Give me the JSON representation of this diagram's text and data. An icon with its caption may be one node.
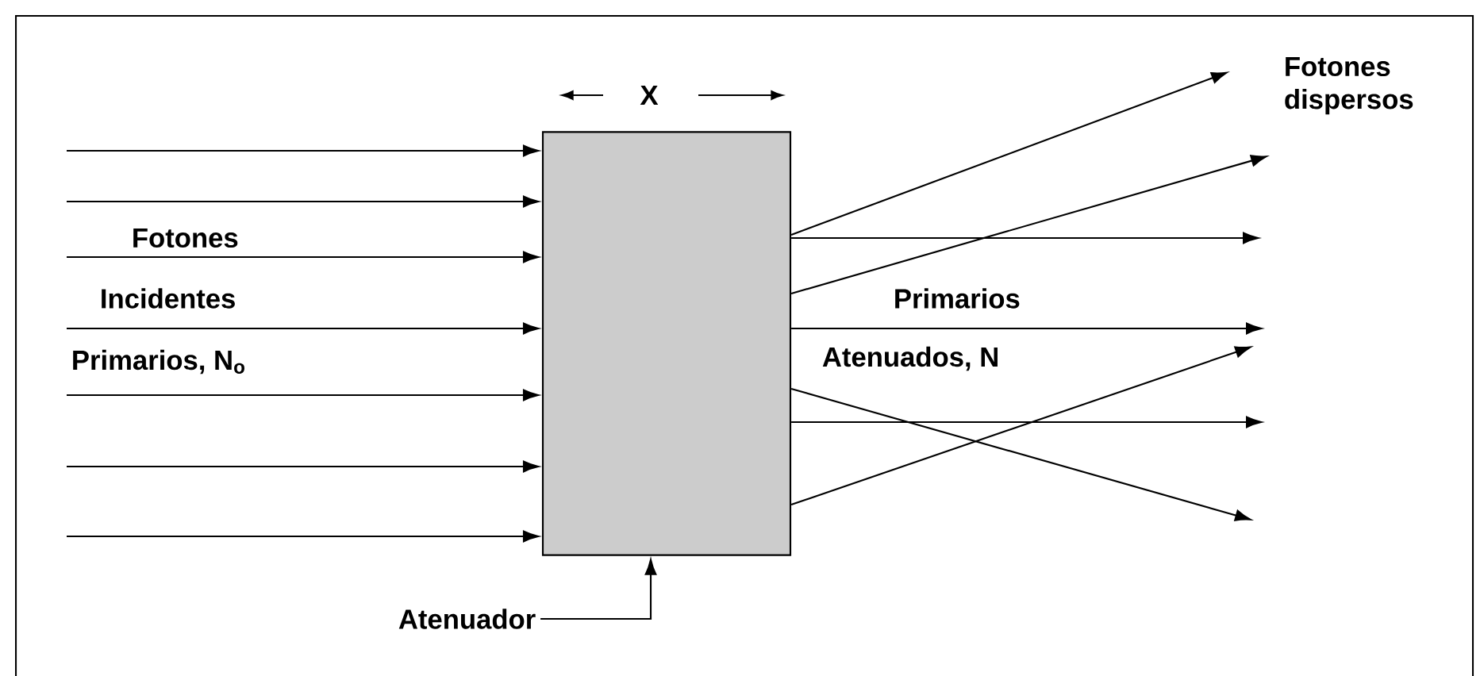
{
  "diagram": {
    "nodes": [
      {
        "text": [],
        "shape": "box"
      },
      {
        "text": [
          "Atenuador"
        ]
      }
    ],
    "edges": [
      {
        "from": 1,
        "to": 0,
        "arrow": "to"
      },
      {
        "from": null,
        "to": 0,
        "arrow": "to"
      },
      {
        "from": null,
        "to": 0,
        "arrow": "to"
      },
      {
        "from": null,
        "to": 0,
        "arrow": "to"
      },
      {
        "from": null,
        "to": 0,
        "arrow": "to"
      },
      {
        "from": null,
        "to": 0,
        "arrow": "to"
      },
      {
        "from": null,
        "to": 0,
        "arrow": "to"
      },
      {
        "from": null,
        "to": 0,
        "arrow": "to"
      },
      {
        "from": 0,
        "to": null,
        "arrow": "to"
      },
      {
        "from": 0,
        "to": null,
        "arrow": "to"
      },
      {
        "from": 0,
        "to": null,
        "arrow": "to"
      },
      {
        "from": 0,
        "to": null,
        "arrow": "to"
      },
      {
        "from": 0,
        "to": null,
        "arrow": "to"
      },
      {
        "from": 0,
        "to": null,
        "arrow": "to"
      },
      {
        "from": 0,
        "to": null,
        "arrow": "to"
      }
    ],
    "labels": [
      "X",
      "Fotones",
      "Incidentes",
      "Primarios, N$_{o}$",
      "Primarios",
      "Atenuados, N",
      "Fotones dispersos"
    ]
  }
}
